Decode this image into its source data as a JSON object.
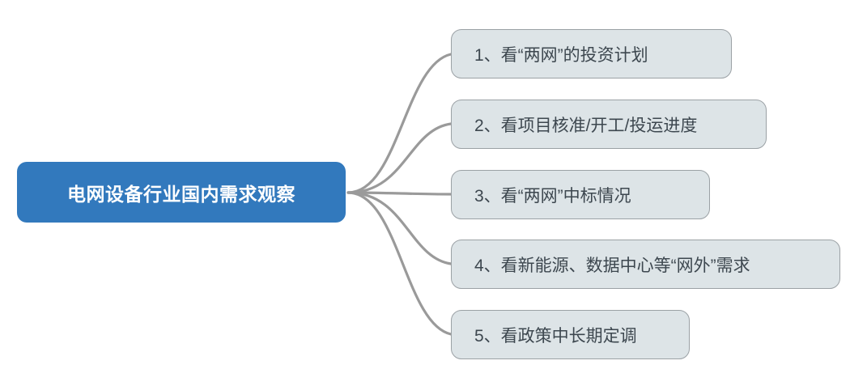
{
  "diagram": {
    "type": "mind-map",
    "root": {
      "label": "电网设备行业国内需求观察",
      "fill_color": "#3279bd",
      "text_color": "#ffffff"
    },
    "branch_style": {
      "fill_color": "#dde4e7",
      "border_color": "#9ba1a5",
      "text_color": "#3d474f",
      "connector_color": "#9a9a9a"
    },
    "branches": [
      {
        "index": "1",
        "label": "1、看“两网”的投资计划"
      },
      {
        "index": "2",
        "label": "2、看项目核准/开工/投运进度"
      },
      {
        "index": "3",
        "label": "3、看“两网”中标情况"
      },
      {
        "index": "4",
        "label": "4、看新能源、数据中心等“网外”需求"
      },
      {
        "index": "5",
        "label": "5、看政策中长期定调"
      }
    ]
  }
}
